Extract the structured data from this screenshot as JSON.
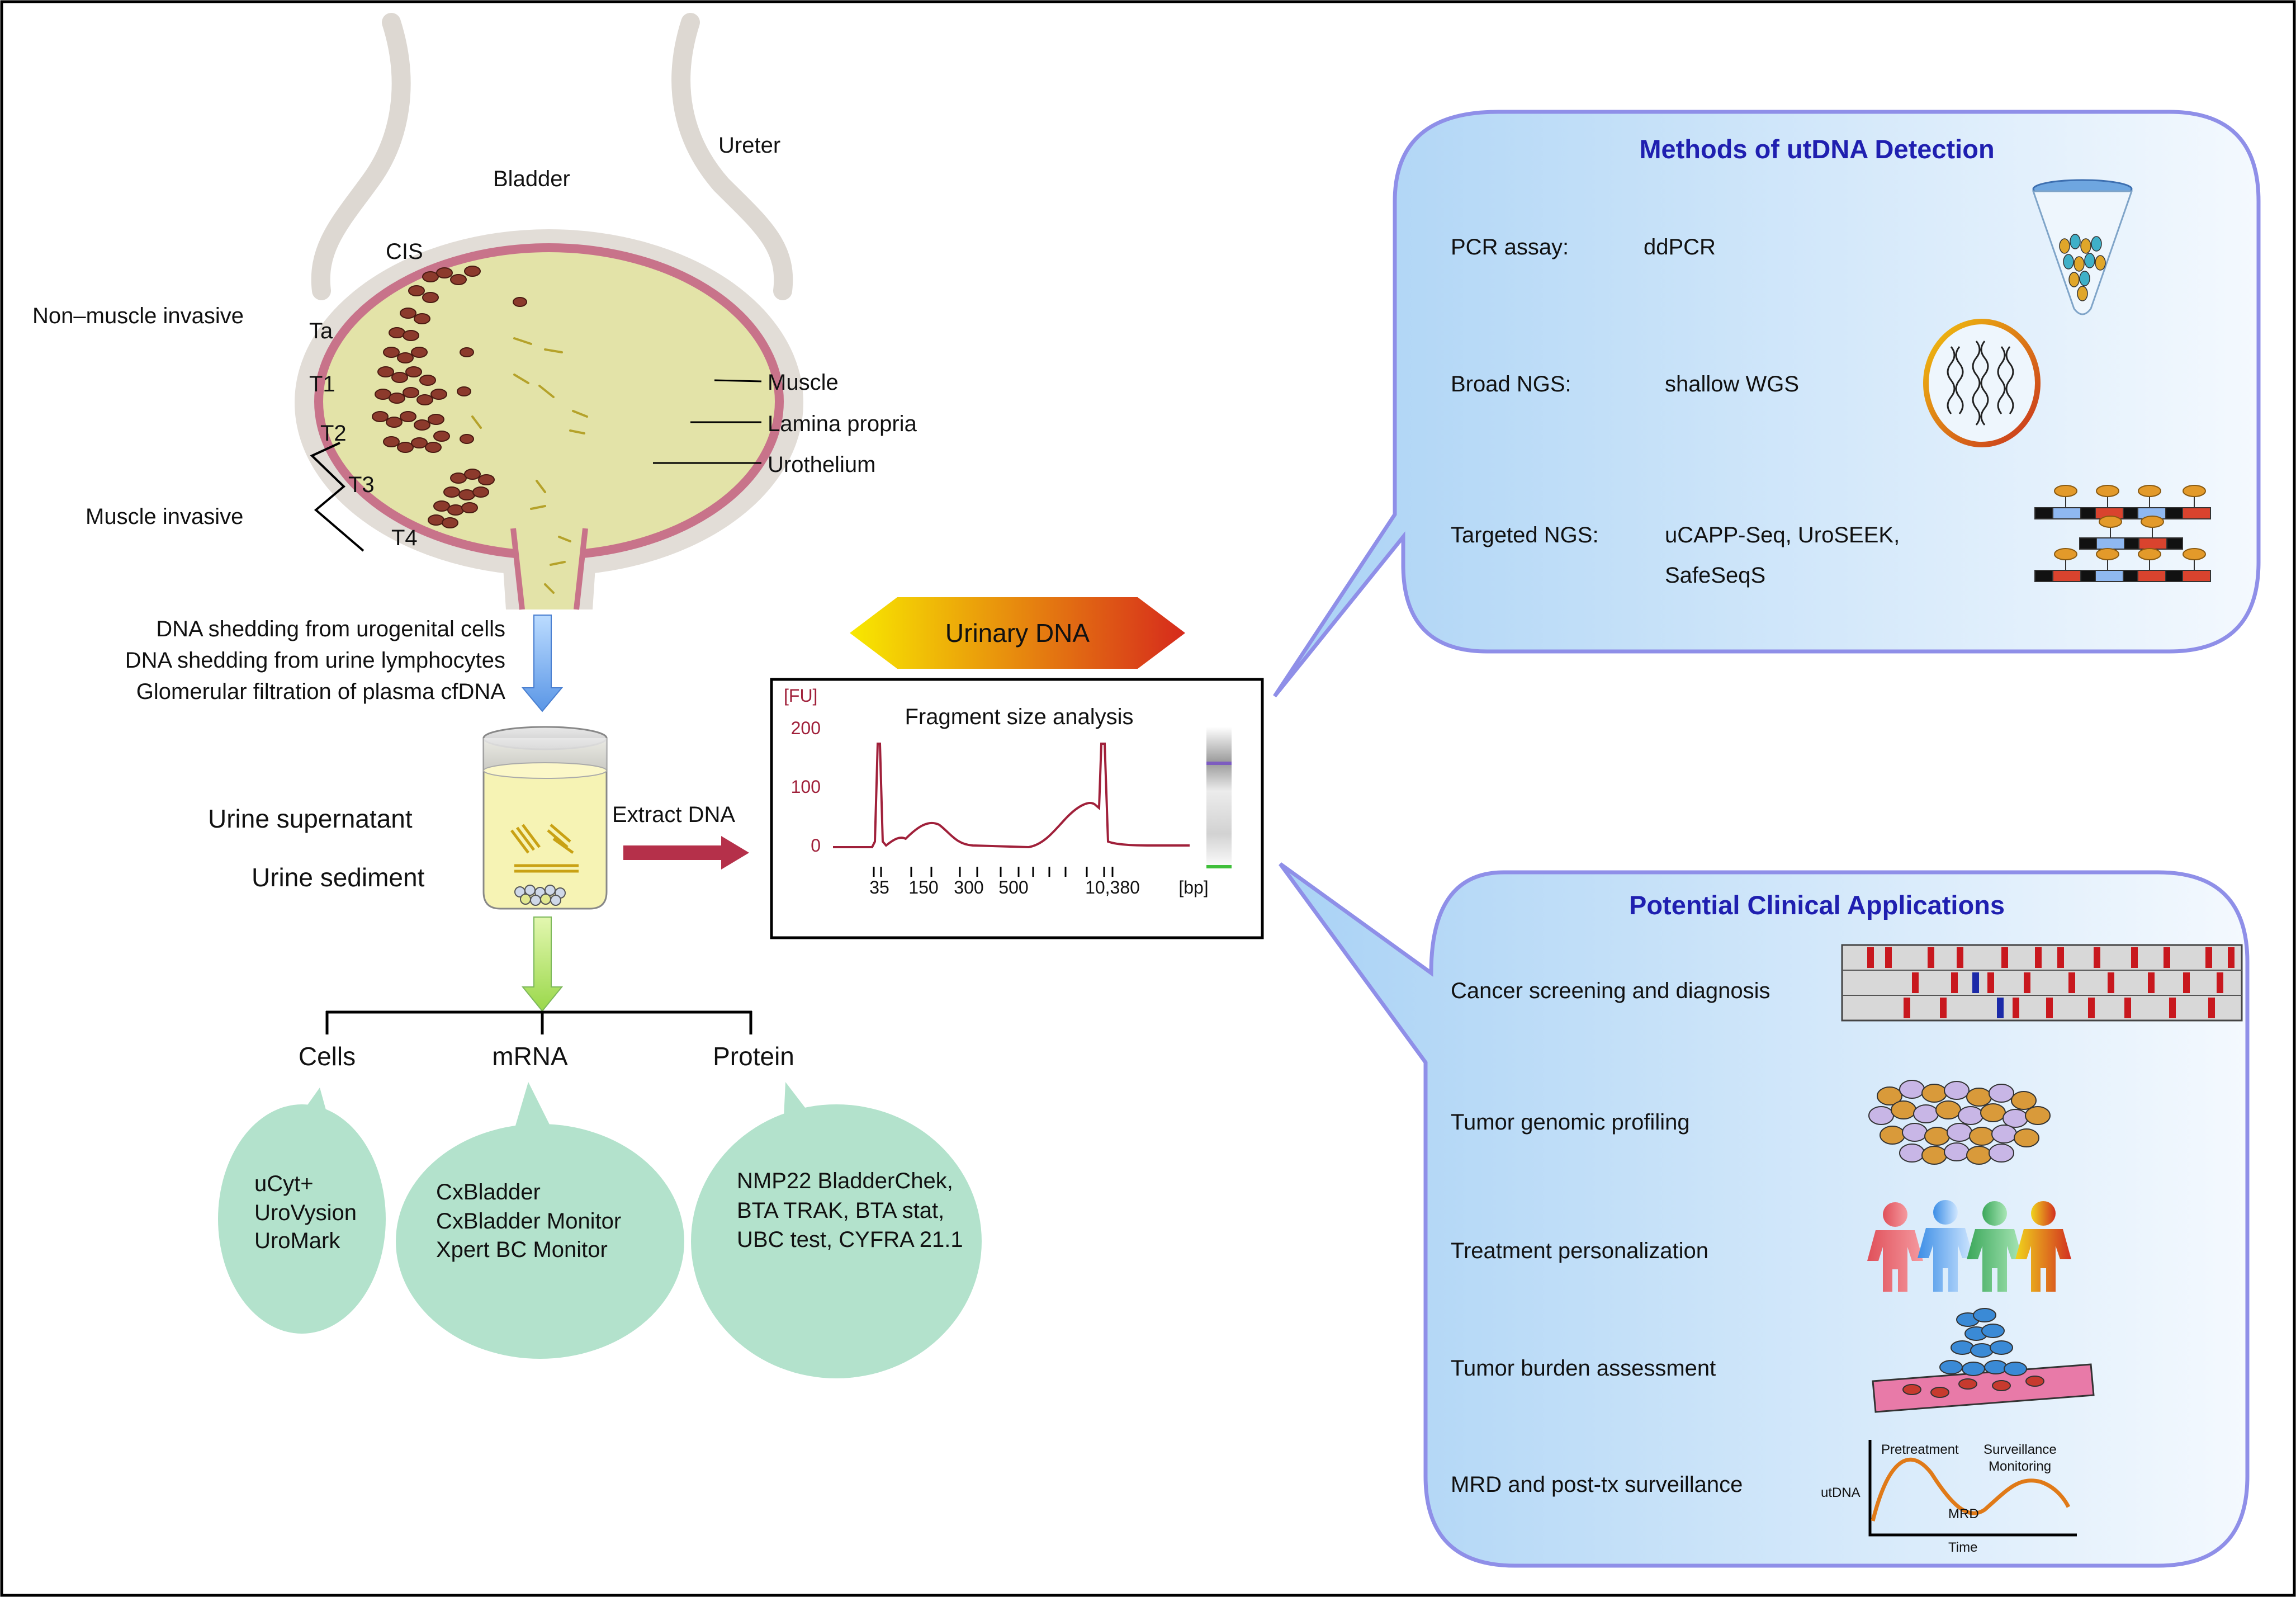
{
  "anatomy": {
    "ureter": "Ureter",
    "bladder": "Bladder",
    "cis": "CIS",
    "non_muscle_invasive": "Non–muscle invasive",
    "ta": "Ta",
    "t1": "T1",
    "t2": "T2",
    "t3": "T3",
    "t4": "T4",
    "muscle_invasive": "Muscle invasive",
    "muscle": "Muscle",
    "lamina_propria": "Lamina propria",
    "urothelium": "Urothelium"
  },
  "sources": [
    "DNA shedding from urogenital cells",
    "DNA shedding from urine lymphocytes",
    "Glomerular filtration of plasma cfDNA"
  ],
  "urine": {
    "supernatant": "Urine supernatant",
    "sediment": "Urine sediment",
    "extract": "Extract DNA"
  },
  "urinary_dna": "Urinary DNA",
  "fragment": {
    "title": "Fragment size analysis",
    "y_unit": "[FU]",
    "y_ticks": [
      "200",
      "100",
      "0"
    ],
    "x_ticks": [
      "35",
      "150",
      "300",
      "500",
      "10,380"
    ],
    "x_unit": "[bp]"
  },
  "branches": {
    "cells": "Cells",
    "mrna": "mRNA",
    "protein": "Protein"
  },
  "bubbles": {
    "cells": [
      "uCyt+",
      "UroVysion",
      "UroMark"
    ],
    "mrna": [
      "CxBladder",
      "CxBladder Monitor",
      "Xpert BC Monitor"
    ],
    "protein": [
      "NMP22 BladderChek,",
      "BTA TRAK, BTA stat,",
      "UBC test, CYFRA 21.1"
    ]
  },
  "methods": {
    "title": "Methods of utDNA Detection",
    "rows": [
      {
        "label": "PCR assay:",
        "value": [
          "ddPCR"
        ]
      },
      {
        "label": "Broad NGS:",
        "value": [
          "shallow WGS"
        ]
      },
      {
        "label": "Targeted NGS:",
        "value": [
          "uCAPP-Seq, UroSEEK,",
          "SafeSeqS"
        ]
      }
    ]
  },
  "applications": {
    "title": "Potential Clinical Applications",
    "rows": [
      "Cancer screening and diagnosis",
      "Tumor genomic profiling",
      "Treatment personalization",
      "Tumor burden assessment",
      "MRD and post-tx surveillance"
    ],
    "mrd_plot": {
      "ylabel": "utDNA",
      "xlabel": "Time",
      "labels": [
        "Pretreatment",
        "Surveillance",
        "Monitoring",
        "MRD"
      ]
    }
  },
  "colors": {
    "bladder_fill": "#e3e3a8",
    "bladder_wall": "#c8738a",
    "tissue": "#e2ddd7",
    "bubble_green": "#b3e2cc",
    "panel_border": "#8f8fe8",
    "heading_blue": "#1f1fb0",
    "trace": "#a0203a"
  }
}
